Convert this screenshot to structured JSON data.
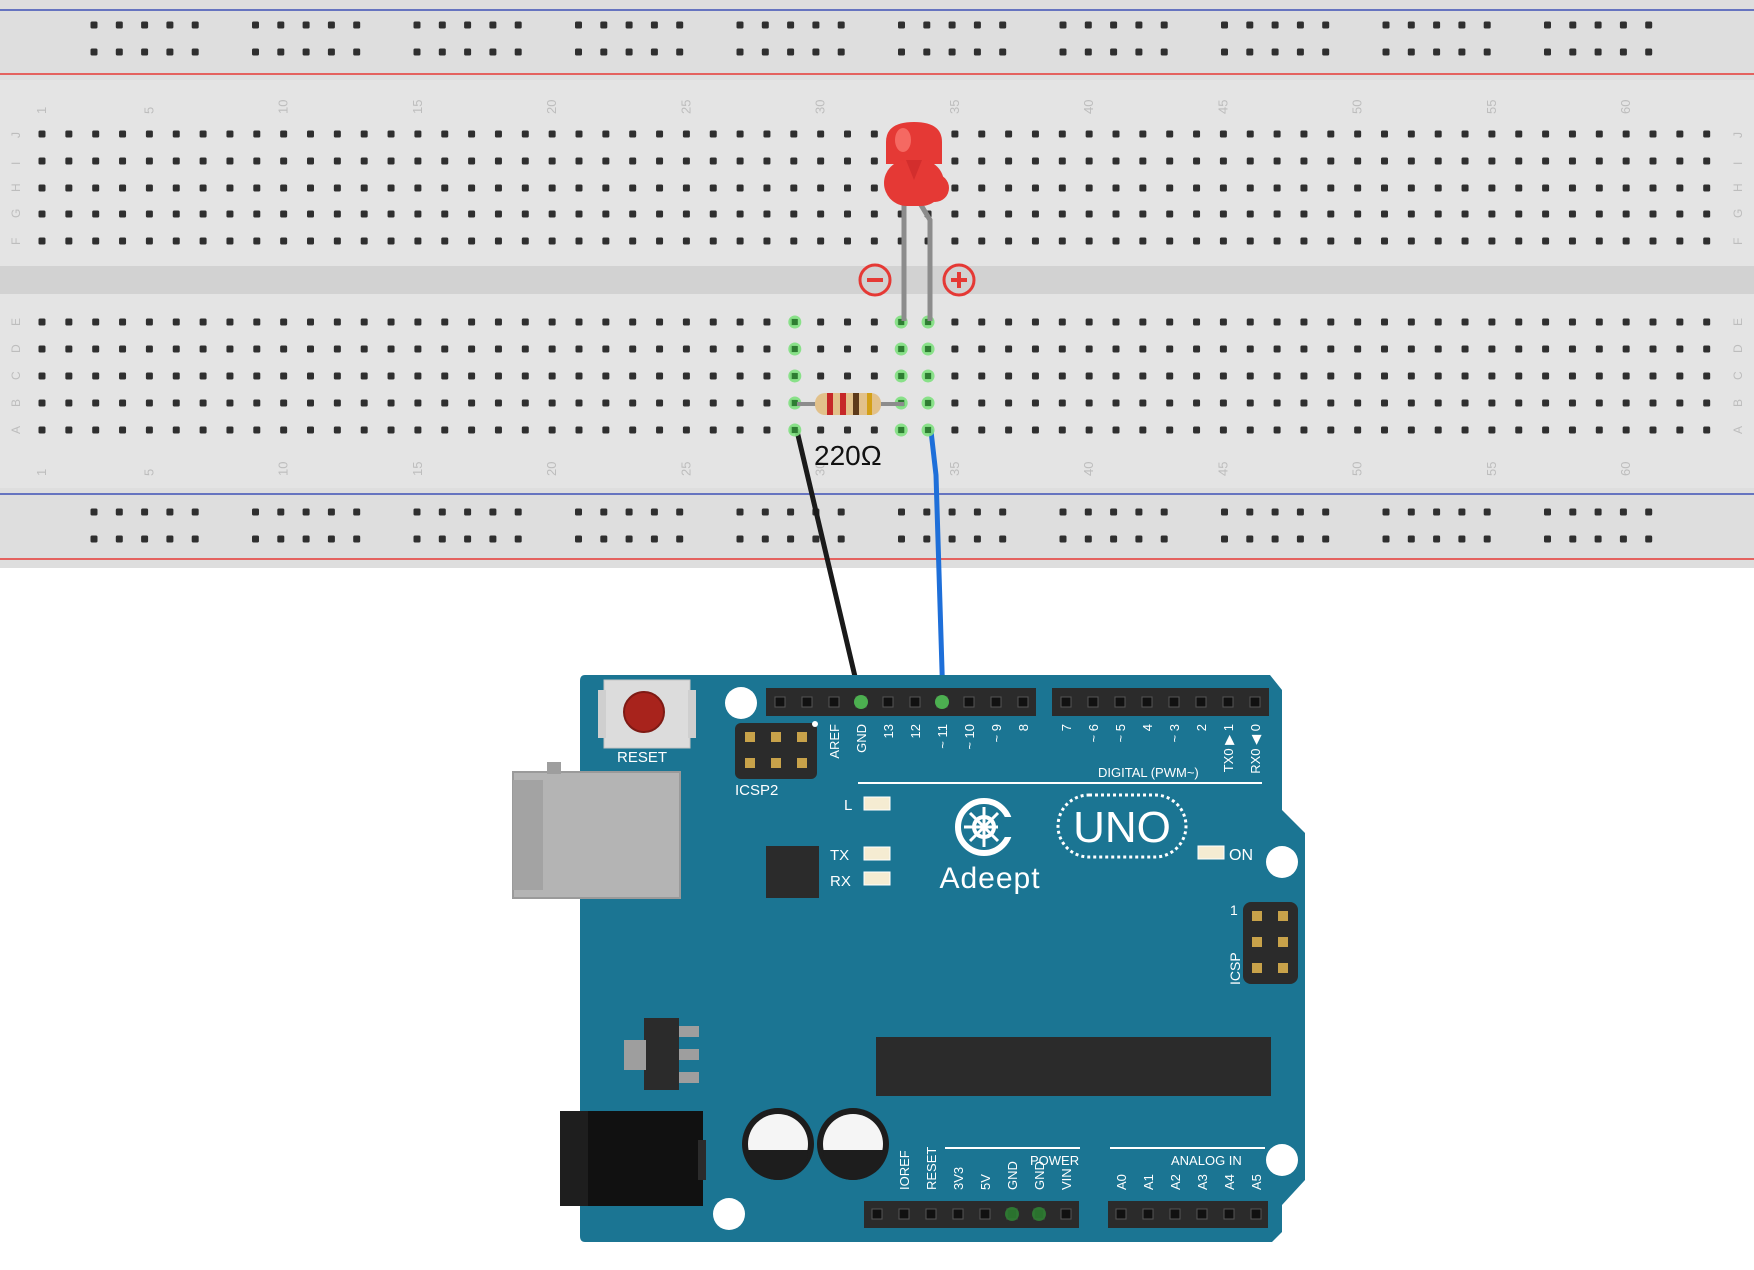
{
  "breadboard": {
    "column_numbers": [
      "1",
      "5",
      "10",
      "15",
      "20",
      "25",
      "30",
      "35",
      "40",
      "45",
      "50",
      "55",
      "60"
    ],
    "top_row_labels": [
      "J",
      "I",
      "H",
      "G",
      "F"
    ],
    "bottom_row_labels": [
      "E",
      "D",
      "C",
      "B",
      "A"
    ]
  },
  "components": {
    "resistor_label": "220Ω",
    "led_color": "#e53935",
    "led_minus_symbol": "−",
    "led_plus_symbol": "+"
  },
  "wires": {
    "gnd_wire_color": "#1a1a1a",
    "signal_wire_color": "#1e6fd9"
  },
  "board": {
    "color": "#1b7593",
    "reset_label": "RESET",
    "icsp2_label": "ICSP2",
    "digital_pins": [
      "AREF",
      "GND",
      "13",
      "12",
      "~ 11",
      "~ 10",
      "~ 9",
      "8",
      "7",
      "~ 6",
      "~ 5",
      "4",
      "~ 3",
      "2",
      "TX0 ▶ 1",
      "RX0 ◀ 0"
    ],
    "digital_label": "DIGITAL (PWM~)",
    "led_l_label": "L",
    "led_tx_label": "TX",
    "led_rx_label": "RX",
    "logo_text": "Adeept",
    "uno_text": "UNO",
    "on_label": "ON",
    "icsp_label": "ICSP",
    "icsp_pin1_label": "1",
    "power_label": "POWER",
    "analog_label": "ANALOG IN",
    "power_pins": [
      "IOREF",
      "RESET",
      "3V3",
      "5V",
      "GND",
      "GND",
      "VIN"
    ],
    "analog_pins": [
      "A0",
      "A1",
      "A2",
      "A3",
      "A4",
      "A5"
    ]
  }
}
